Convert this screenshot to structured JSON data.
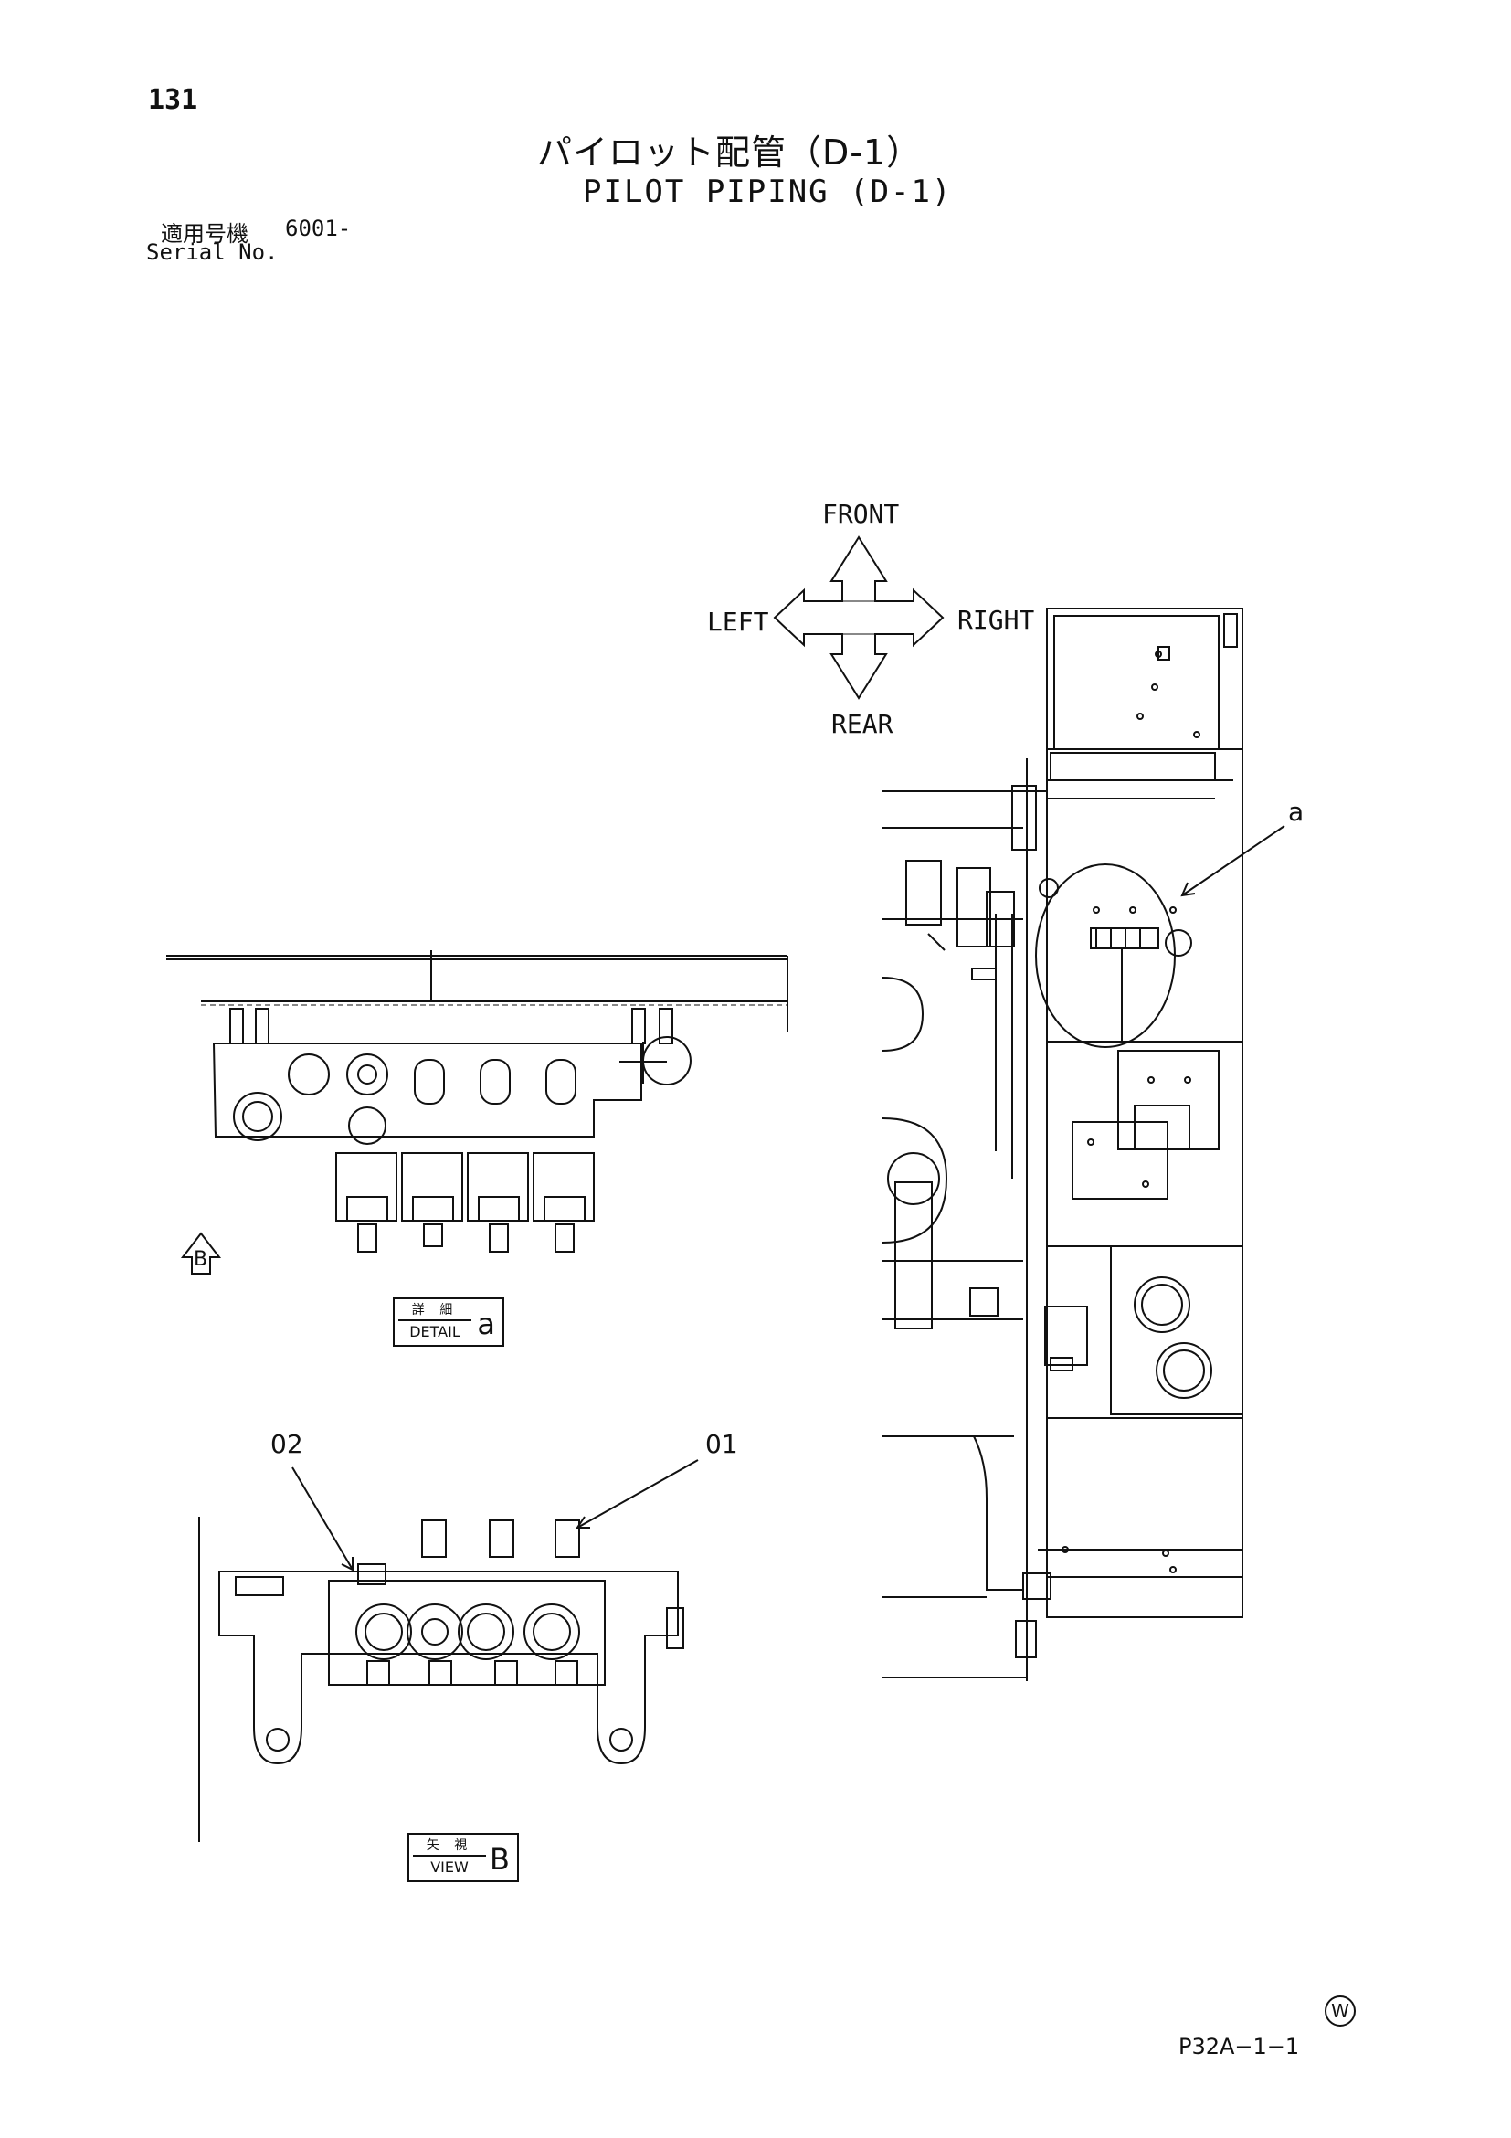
{
  "page_number": "131",
  "title": {
    "japanese": "パイロット配管（D-1）",
    "english": "PILOT PIPING (D-1)"
  },
  "serial": {
    "label_ja": "適用号機",
    "value": "6001-",
    "label_en": "Serial No."
  },
  "directions": {
    "front": "FRONT",
    "left": "LEFT",
    "right": "RIGHT",
    "rear": "REAR"
  },
  "callouts": {
    "a": "a",
    "part_02": "02",
    "part_01": "01"
  },
  "detail_tag": {
    "ja": "詳 細",
    "en": "DETAIL",
    "letter": "a"
  },
  "view_tag": {
    "ja": "矢 視",
    "en": "VIEW",
    "letter": "B"
  },
  "view_arrow_letter": "B",
  "footer": {
    "code": "P32A−1−1",
    "mark": "W"
  }
}
